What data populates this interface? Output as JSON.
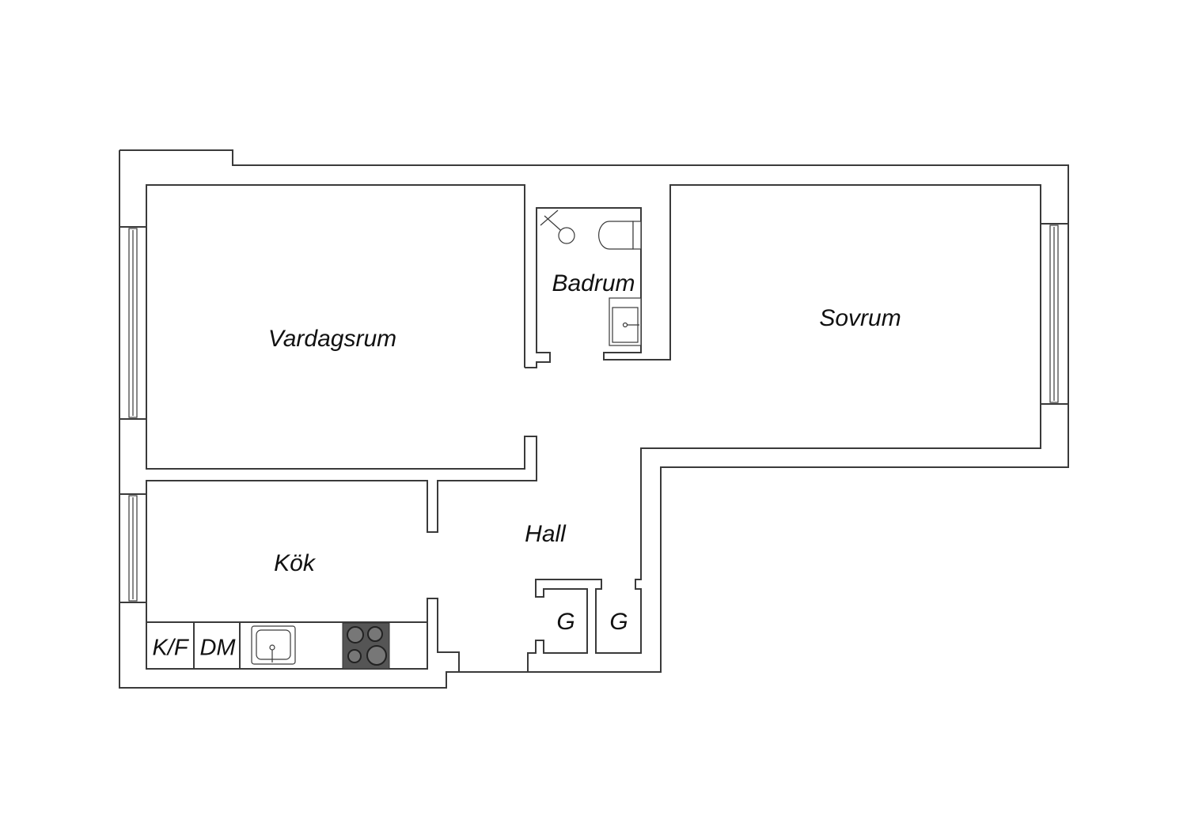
{
  "rooms": {
    "living_room": "Vardagsrum",
    "bathroom": "Badrum",
    "bedroom": "Sovrum",
    "hall": "Hall",
    "kitchen": "Kök",
    "closet_1": "G",
    "closet_2": "G"
  },
  "kitchen_units": {
    "fridge_freezer": "K/F",
    "dishwasher": "DM"
  },
  "colors": {
    "line": "#3a3a3a",
    "stove": "#555555"
  }
}
